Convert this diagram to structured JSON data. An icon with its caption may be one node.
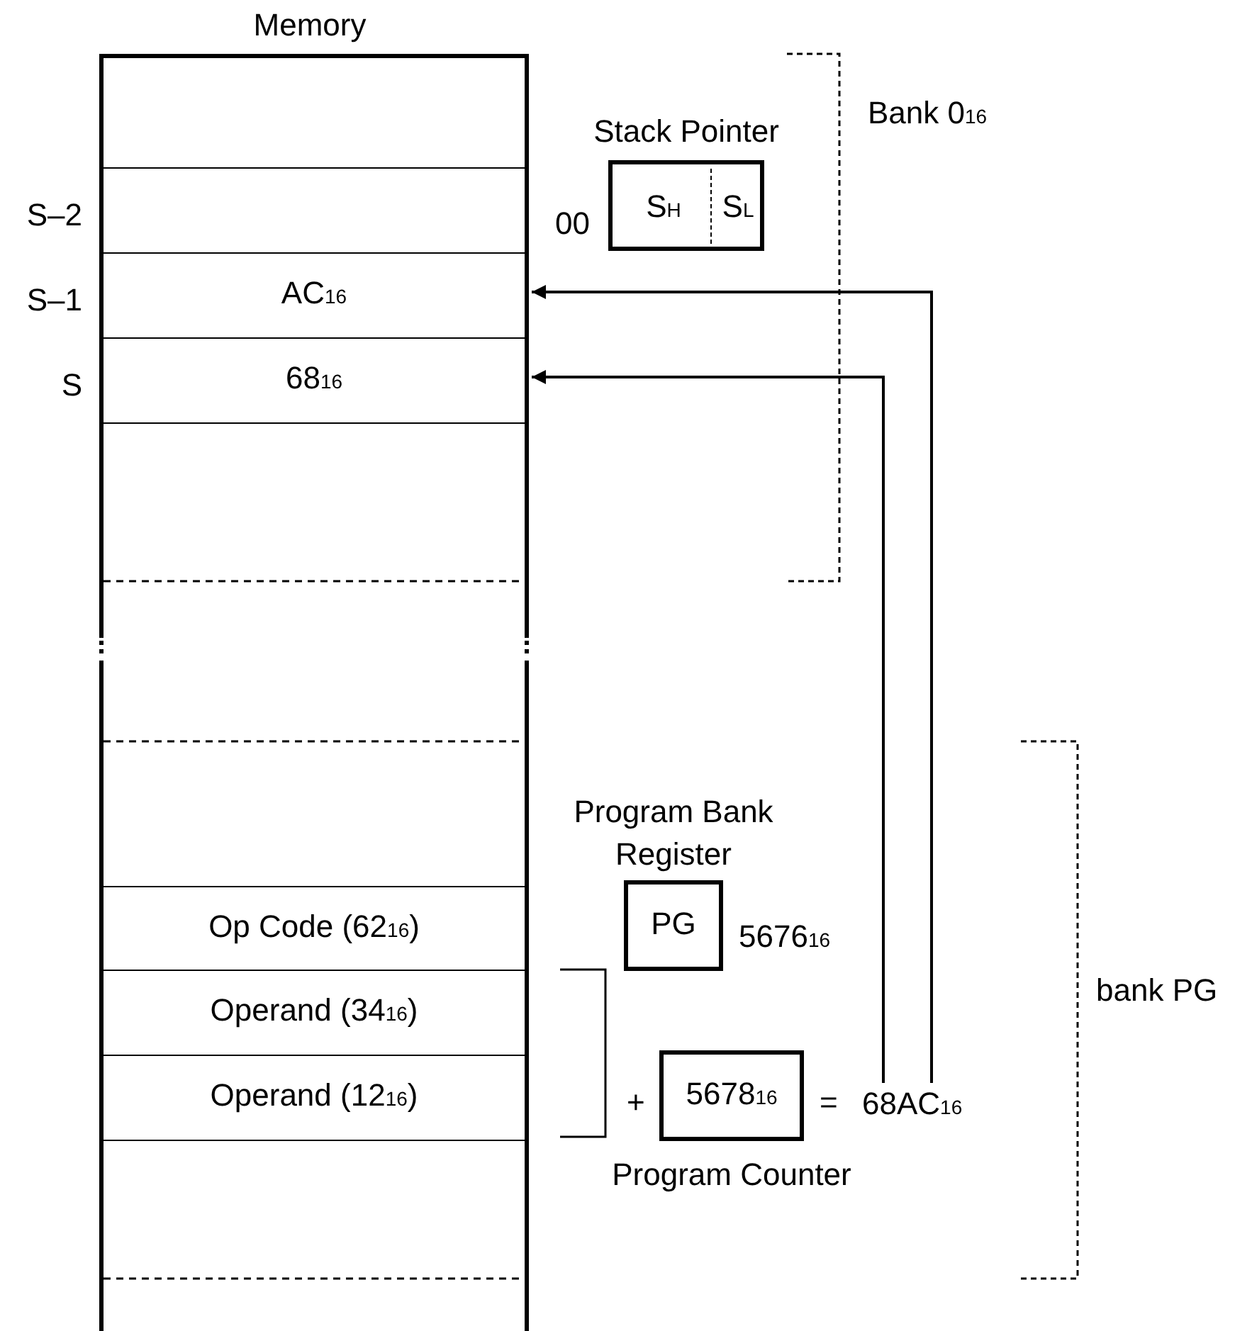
{
  "diagram": {
    "nodes": [
      {
        "text": [
          "Memory"
        ]
      },
      {
        "text": [],
        "shape": "box",
        "in": 0
      },
      {
        "text": [],
        "shape": "box",
        "in": 0,
        "beside": [
          "S–2"
        ]
      },
      {
        "text": [
          "AC$_{16}$"
        ],
        "in": 0,
        "beside": [
          "S–1"
        ]
      },
      {
        "text": [
          "68$_{16}$"
        ],
        "in": 0,
        "beside": [
          "S"
        ]
      },
      {
        "text": [
          "Op Code (62$_{16}$)"
        ],
        "in": 0
      },
      {
        "text": [
          "Operand (34$_{16}$)"
        ],
        "in": 0
      },
      {
        "text": [
          "Operand (12$_{16}$)"
        ],
        "in": 0
      },
      {
        "text": [
          "Stack Pointer"
        ],
        "beside": [
          "00"
        ]
      },
      {
        "text": [
          "S$_{H}$"
        ],
        "in": 8
      },
      {
        "text": [
          "S$_{L}$"
        ],
        "in": 8
      },
      {
        "text": [
          "Program Bank Register",
          "PG"
        ],
        "beside": [
          "5676$_{16}$"
        ]
      },
      {
        "text": [
          "5678$_{16}$",
          "Program Counter"
        ]
      },
      {
        "text": [
          "68AC$_{16}$"
        ]
      }
    ],
    "edges": [
      {
        "from": 13,
        "to": 3,
        "arrow": "to"
      },
      {
        "from": 13,
        "to": 4,
        "arrow": "to"
      }
    ],
    "labels": [
      "Bank 0$_{16}$",
      "+",
      "=",
      "bank PG"
    ]
  }
}
